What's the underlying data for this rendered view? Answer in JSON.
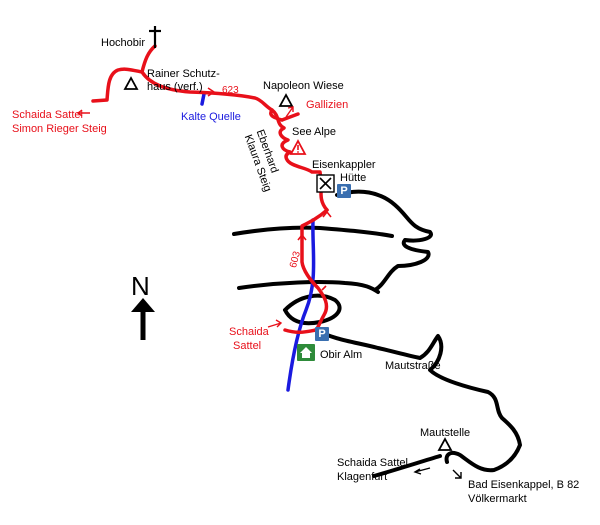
{
  "labels": {
    "hochobir": "Hochobir",
    "rainer_line1": "Rainer Schutz-",
    "rainer_line2": "haus (verf.)",
    "route_623": "623",
    "kalte_quelle": "Kalte Quelle",
    "napoleon_wiese": "Napoleon Wiese",
    "gallizien": "Gallizien",
    "see_alpe": "See Alpe",
    "eberhard_line1": "Eberhard",
    "eberhard_line2": "Klaura Steig",
    "eisenkappler_line1": "Eisenkappler",
    "eisenkappler_line2": "Hütte",
    "schaida_sattel_top": "Schaida Sattel",
    "simon_rieger": "Simon Rieger Steig",
    "route_603": "603",
    "schaida_mid_line1": "Schaida",
    "schaida_mid_line2": "Sattel",
    "obir_alm": "Obir Alm",
    "mautstrasse": "Mautstraße",
    "mautstelle": "Mautstelle",
    "schaida_klagenfurt_line1": "Schaida Sattel",
    "schaida_klagenfurt_line2": "Klagenfurt",
    "bad_eisenkappel_line1": "Bad Eisenkappel, B 82",
    "bad_eisenkappel_line2": "Völkermarkt",
    "north": "N",
    "parking": "P"
  },
  "icons": [
    "summit-cross-icon",
    "peak-triangle-icon",
    "warning-icon",
    "restaurant-icon",
    "parking-icon",
    "hut-icon",
    "direction-arrow-icon",
    "north-arrow-icon"
  ],
  "colors": {
    "trail": "#e8101a",
    "road": "#000000",
    "stream": "#1a1adf",
    "parking": "#3a6fb0",
    "alm": "#2e8b3a"
  }
}
